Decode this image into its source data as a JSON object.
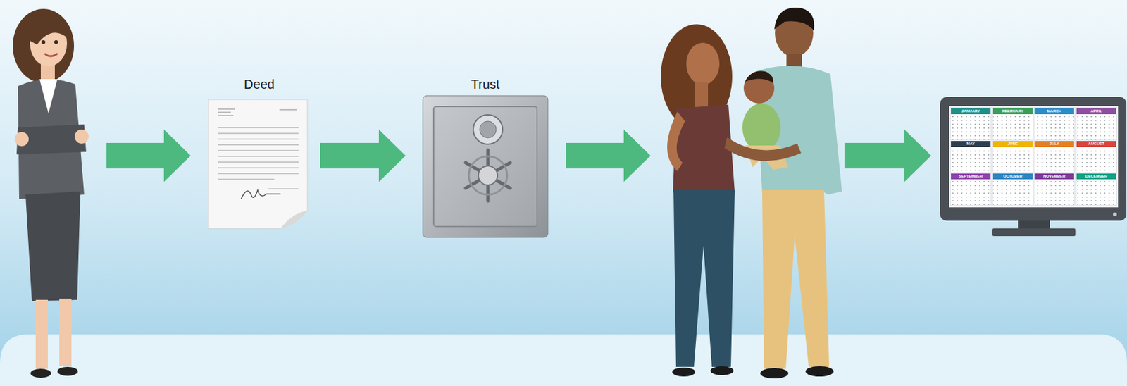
{
  "diagram": {
    "nodes": [
      {
        "text": [
          "Deed"
        ]
      },
      {
        "text": [
          "Trust"
        ]
      }
    ],
    "edges": [
      {
        "from": 0,
        "to": 1,
        "arrow": "to"
      }
    ],
    "labels": [
      "JANUARY",
      "FEBRUARY",
      "MARCH",
      "APRIL",
      "MAY",
      "JUNE",
      "JULY",
      "AUGUST",
      "SEPTEMBER",
      "OCTOBER",
      "NOVEMBER",
      "DECEMBER"
    ]
  }
}
